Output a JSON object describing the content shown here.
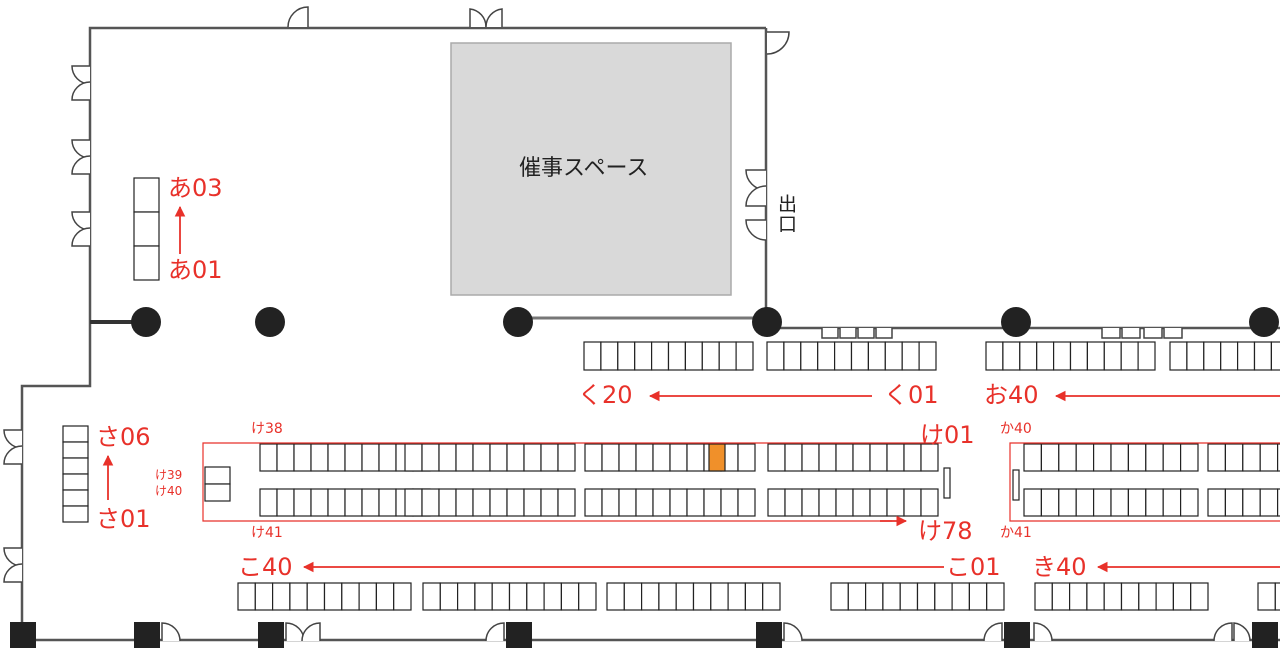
{
  "areas": {
    "event_space": "催事スペース",
    "exit": "出口"
  },
  "labels": {
    "a03": "あ03",
    "a01": "あ01",
    "sa06": "さ06",
    "sa01": "さ01",
    "ku20": "く20",
    "ku01": "く01",
    "o40": "お40",
    "ke01": "け01",
    "ke38": "け38",
    "ke39": "け39",
    "ke40": "け40",
    "ke41": "け41",
    "ke78": "け78",
    "ka40": "か40",
    "ka41": "か41",
    "ko40": "こ40",
    "ko01": "こ01",
    "ki40": "き40"
  },
  "colors": {
    "accent": "#e8312a",
    "highlight_booth": "#f0902a",
    "event_space_fill": "#d9d9d9",
    "wall": "#555555",
    "pillar": "#222222"
  }
}
